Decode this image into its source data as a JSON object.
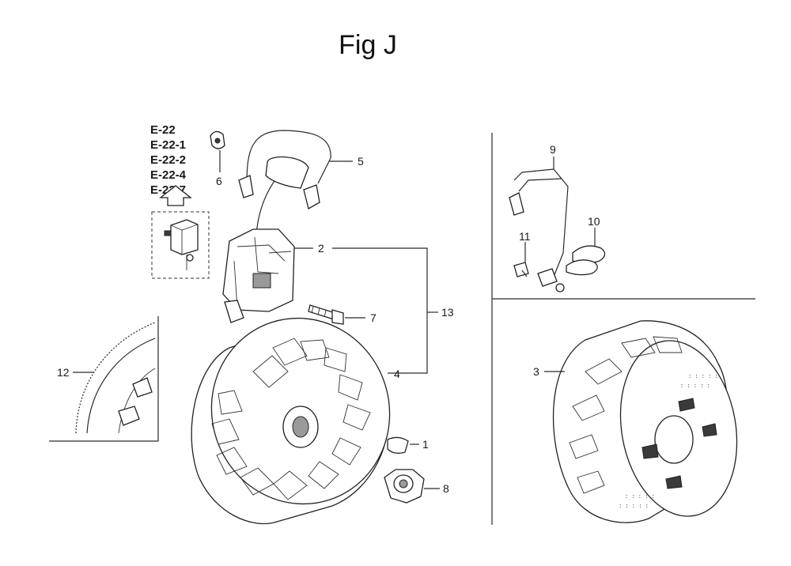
{
  "title": "Fig J",
  "reference_codes": [
    "E-22",
    "E-22-1",
    "E-22-2",
    "E-22-4",
    "E-22-7"
  ],
  "callouts": {
    "c1": "1",
    "c2": "2",
    "c3": "3",
    "c4": "4",
    "c5": "5",
    "c6": "6",
    "c7": "7",
    "c8": "8",
    "c9": "9",
    "c10": "10",
    "c11": "11",
    "c12": "12",
    "c13": "13"
  }
}
